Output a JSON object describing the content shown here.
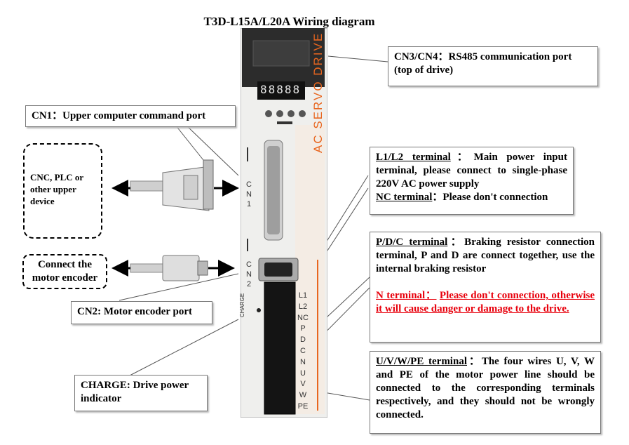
{
  "title": "T3D-L15A/L20A Wiring diagram",
  "drive": {
    "display": "88888",
    "panel_text": "AC SERVO DRIVE",
    "cn1_label": "CN1",
    "cn2_label": "CN2",
    "charge_label": "CHARGE",
    "terminals": [
      "L1",
      "L2",
      "NC",
      "P",
      "D",
      "C",
      "N",
      "U",
      "V",
      "W",
      "PE"
    ]
  },
  "cn3cn4": {
    "line1": "CN3/CN4：RS485 communication port",
    "line2": "(top of drive)"
  },
  "cn1": {
    "text": "CN1：Upper computer command port"
  },
  "upper_device": {
    "text": "CNC, PLC or other upper device"
  },
  "motor_encoder": {
    "text": "Connect the motor encoder"
  },
  "cn2": {
    "text": "CN2: Motor encoder port"
  },
  "charge": {
    "line1": "CHARGE: Drive power",
    "line2": "indicator"
  },
  "l1l2": {
    "head": "L1/L2 terminal",
    "body": "：Main power input terminal, please connect to single-phase 220V AC power supply",
    "nc_head": "NC terminal",
    "nc_body": "：Please don't connection"
  },
  "pdc": {
    "head": "P/D/C terminal",
    "body": "：Braking resistor connection terminal, P and D are connect together, use the internal braking resistor",
    "n_head": "N terminal：",
    "n_body": "Please don't connection, otherwise it will cause danger or damage to the drive."
  },
  "uvw": {
    "head": "U/V/W/PE terminal",
    "body": "：The four wires U, V, W and PE of the motor power line should be connected to the corresponding terminals respectively, and they should not be wrongly connected."
  }
}
